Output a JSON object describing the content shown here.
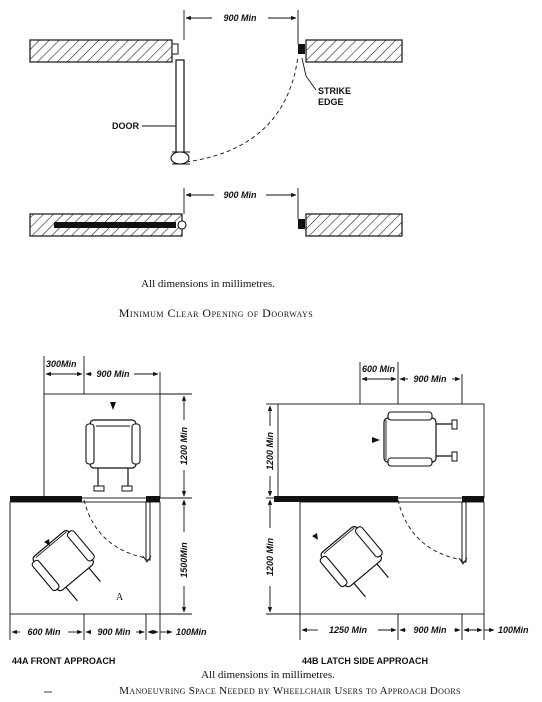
{
  "top_figure": {
    "dim_top": "900 Min",
    "dim_sliding": "900 Min",
    "label_door": "DOOR",
    "label_strike_1": "STRIKE",
    "label_strike_2": "EDGE",
    "note": "All dimensions in millimetres.",
    "title": "Minimum Clear Opening of Doorways"
  },
  "bottom_figure": {
    "front": {
      "dim_300": "300Min",
      "dim_900_top": "900 Min",
      "dim_1200": "1200 Min",
      "dim_1500": "1500Min",
      "dim_600": "600 Min",
      "dim_900_bottom": "900 Min",
      "dim_100": "100Min",
      "caption": "44A FRONT APPROACH"
    },
    "latch": {
      "dim_600": "600 Min",
      "dim_900_top": "900 Min",
      "dim_1200_top": "1200 Min",
      "dim_1200_bottom": "1200 Min",
      "dim_1250": "1250 Min",
      "dim_900_bottom": "900 Min",
      "dim_100": "100Min",
      "caption": "44B LATCH SIDE APPROACH"
    },
    "note": "All dimensions in millimetres.",
    "title": "Manoeuvring Space Needed by Wheelchair Users to Approach Doors"
  }
}
